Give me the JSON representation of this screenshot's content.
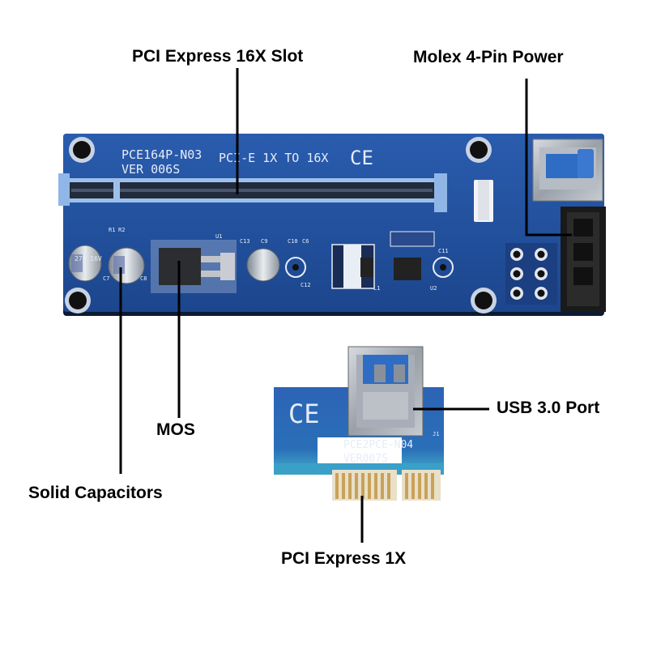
{
  "labels": {
    "pci_express_16x_slot": "PCI Express 16X Slot",
    "molex_4pin_power": "Molex 4-Pin Power",
    "mos": "MOS",
    "solid_capacitors": "Solid Capacitors",
    "usb_30_port": "USB 3.0 Port",
    "pci_express_1x": "PCI Express 1X"
  },
  "main_board": {
    "model": "PCE164P-N03",
    "version": "VER 006S",
    "description": "PCI-E 1X TO 16X",
    "ce_mark": "CE",
    "capacitor_marking": "270 16V",
    "components": [
      "U1",
      "C13",
      "C9",
      "C10",
      "C6",
      "C11",
      "C12",
      "L1",
      "U2",
      "C7",
      "C8",
      "R1",
      "R2"
    ]
  },
  "adapter_board": {
    "model": "PCE2PCE-N04",
    "version": "VER007S",
    "ce_mark": "CE",
    "component": "J1"
  },
  "colors": {
    "pcb_blue": "#1f4f9a",
    "slot_blue": "#8fb6e6",
    "gold_finger": "#c9a15a",
    "label_text": "#000000"
  }
}
